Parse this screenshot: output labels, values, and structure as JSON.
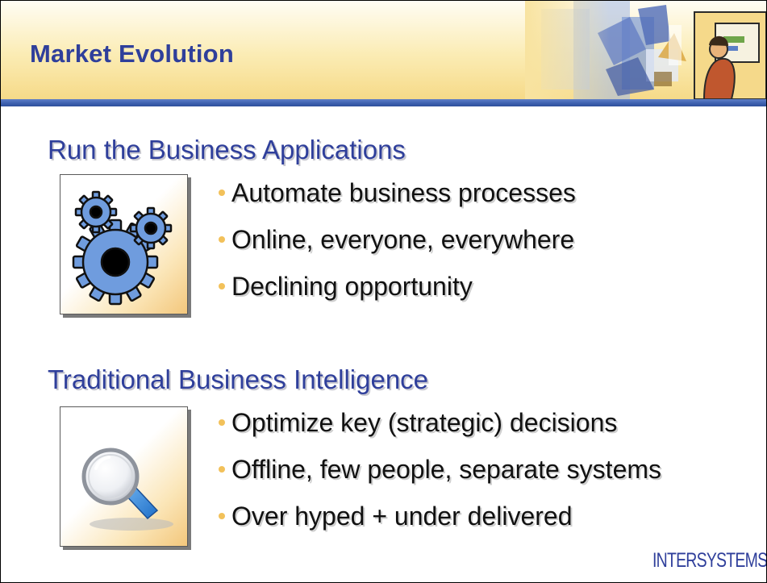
{
  "slide": {
    "title": "Market Evolution",
    "logo_text": "INTERSYSTEMS",
    "accent_color": "#2f3f9b",
    "bullet_color": "#f2c15a"
  },
  "sections": [
    {
      "heading": "Run the Business Applications",
      "icon": "gears-icon",
      "bullets": [
        "Automate business processes",
        "Online, everyone, everywhere",
        "Declining opportunity"
      ]
    },
    {
      "heading": "Traditional Business Intelligence",
      "icon": "magnifying-glass-icon",
      "bullets": [
        "Optimize key (strategic) decisions",
        "Offline, few people, separate systems",
        "Over hyped + under delivered"
      ]
    }
  ]
}
